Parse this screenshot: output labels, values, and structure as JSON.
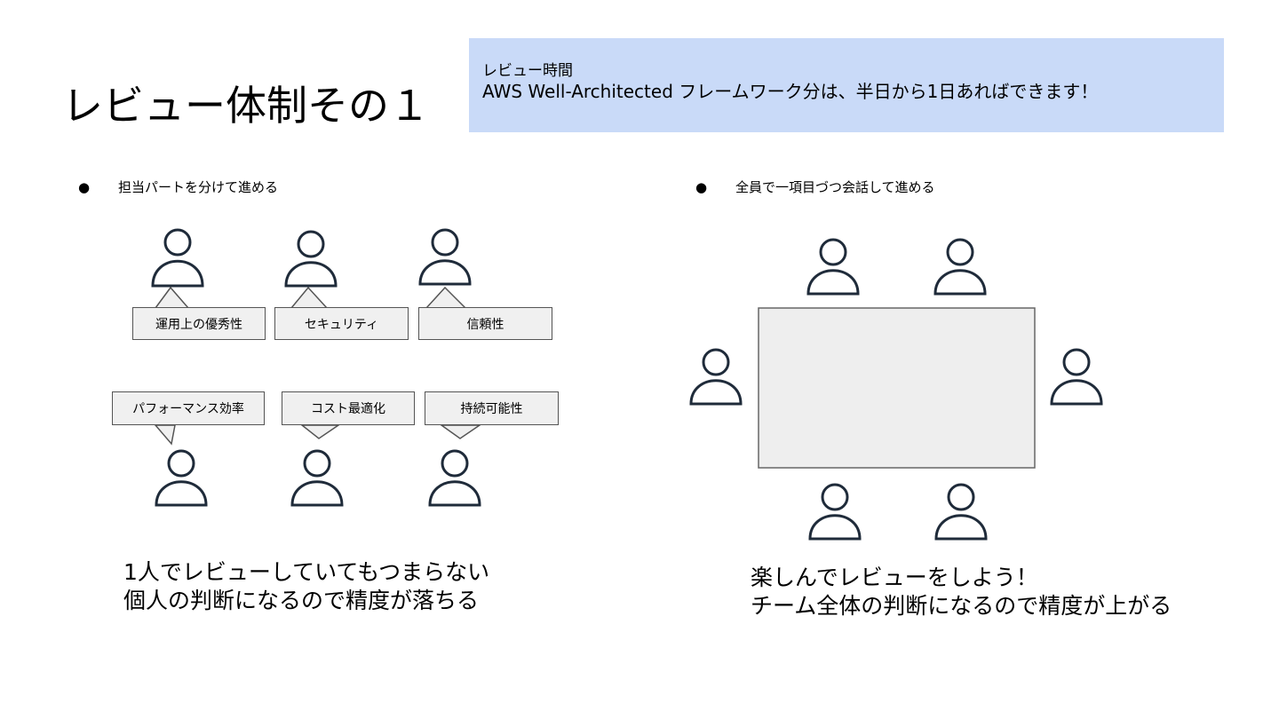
{
  "title": "レビュー体制その１",
  "note": {
    "heading": "レビュー時間",
    "body": "AWS Well-Architected フレームワーク分は、半日から1日あればできます！"
  },
  "left": {
    "bullet": "担当パートを分けて進める",
    "pillars": [
      "運用上の優秀性",
      "セキュリティ",
      "信頼性",
      "パフォーマンス効率",
      "コスト最適化",
      "持続可能性"
    ],
    "caption_line1": "1人でレビューしていてもつまらない",
    "caption_line2": "個人の判断になるので精度が落ちる"
  },
  "right": {
    "bullet": "全員で一項目づつ会話して進める",
    "caption_line1": "楽しんでレビューをしよう！",
    "caption_line2": "チーム全体の判断になるので精度が上がる"
  },
  "icons": {
    "person": "person-icon",
    "bullet": "bullet-icon"
  },
  "colors": {
    "note_bg": "#c9daf8",
    "label_bg": "#f0f0f0",
    "icon_stroke": "#1f2b3a",
    "table_bg": "#eeeeee"
  }
}
